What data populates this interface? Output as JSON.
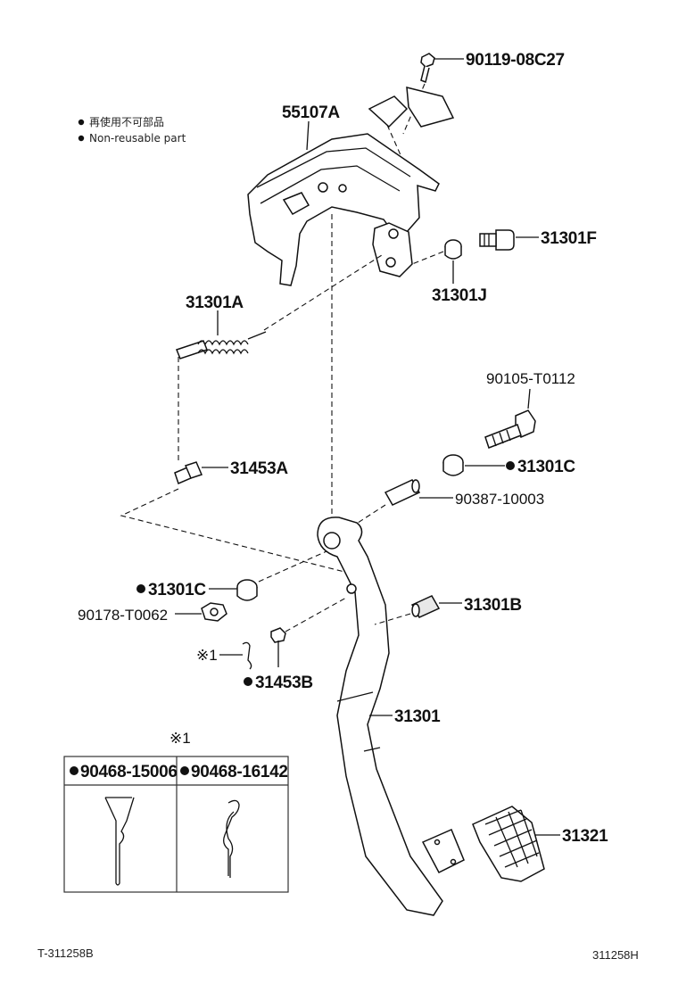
{
  "legend": {
    "jp": "再使用不可部品",
    "en": "Non-reusable part"
  },
  "labels": {
    "p90119": "90119-08C27",
    "p55107A": "55107A",
    "p31301F": "31301F",
    "p31301J": "31301J",
    "p31301A": "31301A",
    "p90105": "90105-T0112",
    "p31453A": "31453A",
    "p31301C_r": "31301C",
    "p90387": "90387-10003",
    "p31301C_l": "31301C",
    "p90178": "90178-T0062",
    "p31301B": "31301B",
    "note1": "※1",
    "p31453B": "31453B",
    "p31301": "31301",
    "p31321": "31321"
  },
  "inset": {
    "title": "※1",
    "col1": "90468-15006",
    "col2": "90468-16142"
  },
  "footer": {
    "left": "T-311258B",
    "right": "311258H"
  }
}
